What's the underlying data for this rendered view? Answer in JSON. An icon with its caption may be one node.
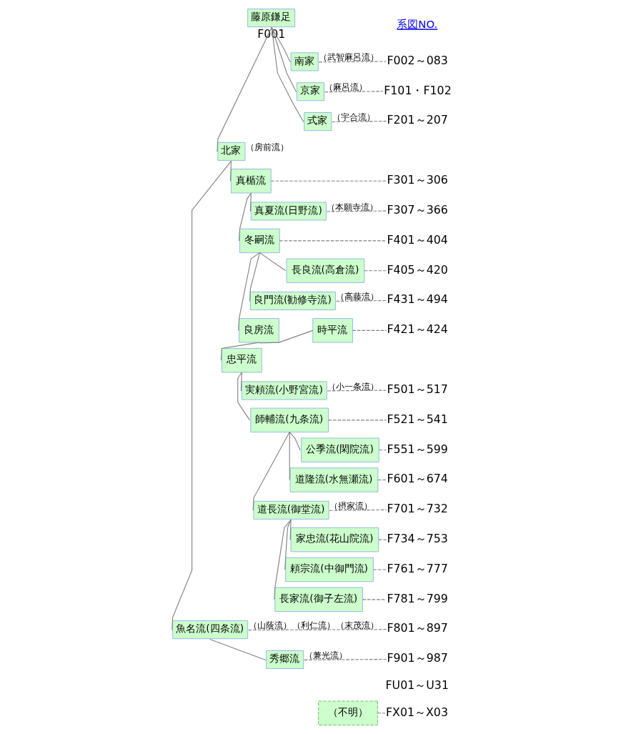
{
  "diagram": {
    "nodes": [
      {
        "text": [
          "藤原鎌足"
        ],
        "beside": [
          "F001"
        ]
      },
      {
        "text": [
          "南家"
        ],
        "beside": [
          "（武智麻呂流）"
        ]
      },
      {
        "text": [
          "京家"
        ],
        "beside": [
          "（麻呂流）"
        ]
      },
      {
        "text": [
          "式家"
        ],
        "beside": [
          "（宇合流）"
        ]
      },
      {
        "text": [
          "北家"
        ],
        "beside": [
          "（房前流）"
        ]
      },
      {
        "text": [
          "真楯流"
        ]
      },
      {
        "text": [
          "真夏流(日野流)"
        ],
        "beside": [
          "（本願寺流）"
        ]
      },
      {
        "text": [
          "冬嗣流"
        ]
      },
      {
        "text": [
          "長良流(高倉流)"
        ]
      },
      {
        "text": [
          "良門流(勧修寺流)"
        ],
        "beside": [
          "（高藤流）"
        ]
      },
      {
        "text": [
          "良房流"
        ]
      },
      {
        "text": [
          "時平流"
        ]
      },
      {
        "text": [
          "忠平流"
        ]
      },
      {
        "text": [
          "実頼流(小野宮流)"
        ],
        "beside": [
          "（小一条流）"
        ]
      },
      {
        "text": [
          "師輔流(九条流)"
        ]
      },
      {
        "text": [
          "公季流(閑院流)"
        ]
      },
      {
        "text": [
          "道隆流(水無瀬流)"
        ]
      },
      {
        "text": [
          "道長流(御堂流)"
        ],
        "beside": [
          "（摂家流）"
        ]
      },
      {
        "text": [
          "家忠流(花山院流)"
        ]
      },
      {
        "text": [
          "頼宗流(中御門流)"
        ]
      },
      {
        "text": [
          "長家流(御子左流)"
        ]
      },
      {
        "text": [
          "魚名流(四条流)"
        ],
        "beside": [
          "（山蔭流）",
          "（利仁流）",
          "（末茂流）"
        ]
      },
      {
        "text": [
          "秀郷流"
        ],
        "beside": [
          "（兼光流）"
        ]
      },
      {
        "text": [
          "（不明）"
        ]
      },
      {
        "text": [
          "F002～083"
        ]
      },
      {
        "text": [
          "F101・F102"
        ]
      },
      {
        "text": [
          "F201～207"
        ]
      },
      {
        "text": [
          "F301～306"
        ]
      },
      {
        "text": [
          "F307～366"
        ]
      },
      {
        "text": [
          "F401～404"
        ]
      },
      {
        "text": [
          "F405～420"
        ]
      },
      {
        "text": [
          "F431～494"
        ]
      },
      {
        "text": [
          "F421～424"
        ]
      },
      {
        "text": [
          "F501～517"
        ]
      },
      {
        "text": [
          "F521～541"
        ]
      },
      {
        "text": [
          "F551～599"
        ]
      },
      {
        "text": [
          "F601～674"
        ]
      },
      {
        "text": [
          "F701～732"
        ]
      },
      {
        "text": [
          "F734～753"
        ]
      },
      {
        "text": [
          "F761～777"
        ]
      },
      {
        "text": [
          "F781～799"
        ]
      },
      {
        "text": [
          "F801～897"
        ]
      },
      {
        "text": [
          "F901～987"
        ]
      },
      {
        "text": [
          "FX01～X03"
        ]
      }
    ],
    "edges": [
      {
        "from": 0,
        "to": 1,
        "arrow": "none"
      },
      {
        "from": 0,
        "to": 2,
        "arrow": "none"
      },
      {
        "from": 0,
        "to": 3,
        "arrow": "none"
      },
      {
        "from": 0,
        "to": 4,
        "arrow": "none"
      },
      {
        "from": 4,
        "to": 5,
        "arrow": "none"
      },
      {
        "from": 5,
        "to": 6,
        "arrow": "none"
      },
      {
        "from": 5,
        "to": 7,
        "arrow": "none"
      },
      {
        "from": 7,
        "to": 8,
        "arrow": "none"
      },
      {
        "from": 7,
        "to": 9,
        "arrow": "none"
      },
      {
        "from": 7,
        "to": 10,
        "arrow": "none"
      },
      {
        "from": 10,
        "to": 11,
        "arrow": "none"
      },
      {
        "from": 10,
        "to": 12,
        "arrow": "none"
      },
      {
        "from": 12,
        "to": 13,
        "arrow": "none"
      },
      {
        "from": 12,
        "to": 14,
        "arrow": "none"
      },
      {
        "from": 14,
        "to": 15,
        "arrow": "none"
      },
      {
        "from": 14,
        "to": 16,
        "arrow": "none"
      },
      {
        "from": 14,
        "to": 17,
        "arrow": "none"
      },
      {
        "from": 17,
        "to": 18,
        "arrow": "none"
      },
      {
        "from": 17,
        "to": 19,
        "arrow": "none"
      },
      {
        "from": 17,
        "to": 20,
        "arrow": "none"
      },
      {
        "from": 4,
        "to": 21,
        "arrow": "none"
      },
      {
        "from": 21,
        "to": 22,
        "arrow": "none"
      },
      {
        "from": 1,
        "to": 24,
        "arrow": "none",
        "style": "dashed"
      },
      {
        "from": 2,
        "to": 25,
        "arrow": "none",
        "style": "dashed"
      },
      {
        "from": 3,
        "to": 26,
        "arrow": "none",
        "style": "dashed"
      },
      {
        "from": 5,
        "to": 27,
        "arrow": "none",
        "style": "dashed"
      },
      {
        "from": 6,
        "to": 28,
        "arrow": "none",
        "style": "dashed"
      },
      {
        "from": 7,
        "to": 29,
        "arrow": "none",
        "style": "dashed"
      },
      {
        "from": 8,
        "to": 30,
        "arrow": "none",
        "style": "dashed"
      },
      {
        "from": 9,
        "to": 31,
        "arrow": "none",
        "style": "dashed"
      },
      {
        "from": 11,
        "to": 32,
        "arrow": "none",
        "style": "dashed"
      },
      {
        "from": 13,
        "to": 33,
        "arrow": "none",
        "style": "dashed"
      },
      {
        "from": 14,
        "to": 34,
        "arrow": "none",
        "style": "dashed"
      },
      {
        "from": 15,
        "to": 35,
        "arrow": "none",
        "style": "dashed"
      },
      {
        "from": 16,
        "to": 36,
        "arrow": "none",
        "style": "dashed"
      },
      {
        "from": 17,
        "to": 37,
        "arrow": "none",
        "style": "dashed"
      },
      {
        "from": 18,
        "to": 38,
        "arrow": "none",
        "style": "dashed"
      },
      {
        "from": 19,
        "to": 39,
        "arrow": "none",
        "style": "dashed"
      },
      {
        "from": 20,
        "to": 40,
        "arrow": "none",
        "style": "dashed"
      },
      {
        "from": 21,
        "to": 41,
        "arrow": "none",
        "style": "dashed"
      },
      {
        "from": 22,
        "to": 42,
        "arrow": "none",
        "style": "dashed"
      },
      {
        "from": 23,
        "to": 43,
        "arrow": "none",
        "style": "dashed"
      }
    ],
    "labels": [
      "系図NO.",
      "FU01～U31"
    ]
  }
}
